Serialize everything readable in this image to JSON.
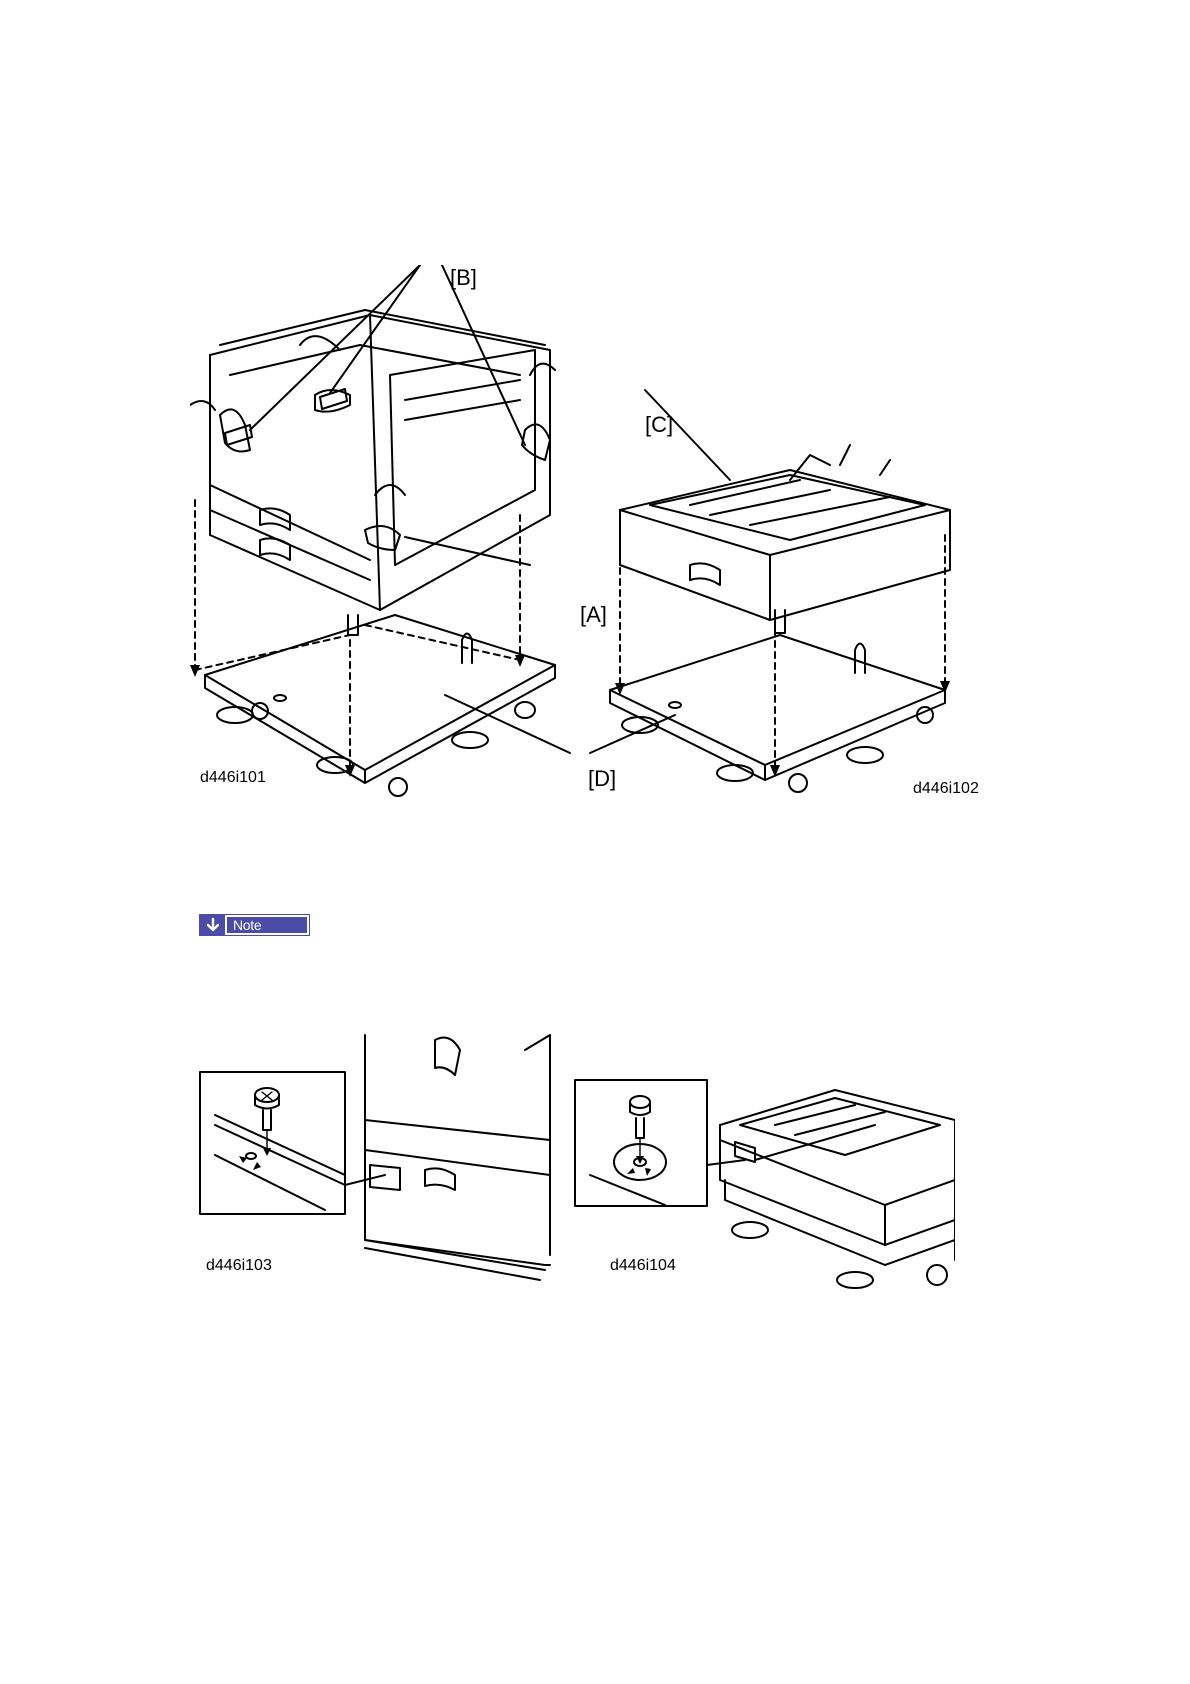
{
  "figures": {
    "top_left": {
      "id_label": "d446i101"
    },
    "top_right": {
      "id_label": "d446i102"
    },
    "bottom_left": {
      "id_label": "d446i103"
    },
    "bottom_right": {
      "id_label": "d446i104"
    }
  },
  "callouts": {
    "a": "[A]",
    "b": "[B]",
    "c": "[C]",
    "d": "[D]"
  },
  "note": {
    "label": "Note",
    "icon": "down-arrow-icon",
    "color": "#4b4ba8"
  }
}
